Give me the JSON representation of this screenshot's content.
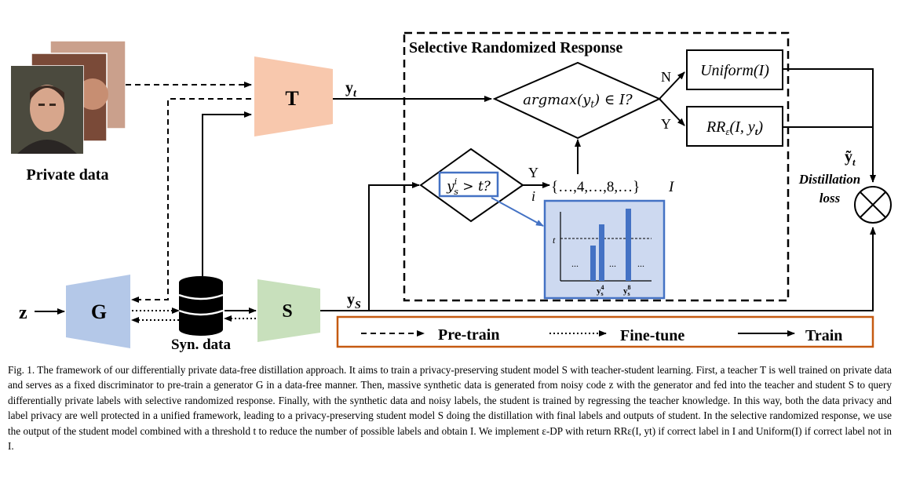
{
  "diagram": {
    "private_data_label": "Private data",
    "teacher_label": "T",
    "generator_label": "G",
    "student_label": "S",
    "syn_data_label": "Syn. data",
    "z_label": "z",
    "y_t_label": "y",
    "y_t_sub": "t",
    "y_s_label": "y",
    "y_s_sub": "S",
    "srr_title": "Selective Randomized Response",
    "argmax_text": "argmax(y",
    "argmax_sub": "t",
    "argmax_suffix": ") ∈ I?",
    "uniform_label": "Uniform(I)",
    "rr_label": "RR",
    "rr_sub": "ε",
    "rr_args": "(I, y",
    "rr_args_sub": "t",
    "rr_args_end": ")",
    "branch_n": "N",
    "branch_y": "Y",
    "threshold_cond": "y",
    "threshold_sup": "i",
    "threshold_sub": "s",
    "threshold_rest": " > t?",
    "cond_y": "Y",
    "cond_i": "i",
    "set_text": "{…,4,…,8,…}",
    "set_label": "I",
    "ytilde_label": "ỹ",
    "ytilde_sub": "t",
    "distill_label_1": "Distillation",
    "distill_label_2": "loss",
    "inset_t_label": "t",
    "inset_dots": [
      "...",
      "...",
      "..."
    ],
    "inset_y4": "y",
    "inset_y4_sup": "4",
    "inset_y4_sub": "s",
    "inset_y8": "y",
    "inset_y8_sup": "8",
    "inset_y8_sub": "s",
    "legend": {
      "pretrain": "Pre-train",
      "finetune": "Fine-tune",
      "train": "Train"
    },
    "colors": {
      "teacher": "#f8c8ad",
      "generator": "#b4c8e8",
      "student": "#c8e0bc",
      "inset_bg": "#cdd9f0",
      "inset_border": "#4472c4",
      "bar": "#4472c4",
      "legend_border": "#c55a11"
    }
  },
  "caption": "Fig. 1. The framework of our differentially private data-free distillation approach. It aims to train a privacy-preserving student model S with teacher-student learning. First, a teacher T is well trained on private data and serves as a fixed discriminator to pre-train a generator G in a data-free manner. Then, massive synthetic data is generated from noisy code z with the generator and fed into the teacher and student S to query differentially private labels with selective randomized response. Finally, with the synthetic data and noisy labels, the student is trained by regressing the teacher knowledge. In this way, both the data privacy and label privacy are well protected in a unified framework, leading to a privacy-preserving student model S doing the distillation with final labels and outputs of student. In the selective randomized response, we use the output of the student model combined with a threshold t to reduce the number of possible labels and obtain I. We implement ε-DP with return RRε(I, yt) if correct label in I and Uniform(I) if correct label not in I."
}
